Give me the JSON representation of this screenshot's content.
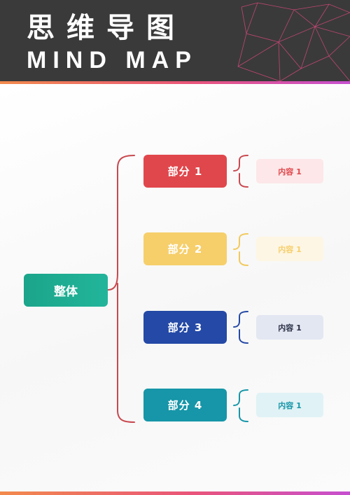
{
  "header": {
    "title_cn": "思维导图",
    "title_en": "MIND MAP"
  },
  "colors": {
    "header_bg": "#3a3a3a",
    "accent_stripe": [
      "#f28a4c",
      "#e9547a",
      "#c64fd0"
    ],
    "root": "#1ba58a",
    "main_connector": "#c9484f"
  },
  "diagram": {
    "root": {
      "label": "整体"
    },
    "branches": [
      {
        "label": "部分 1",
        "content": "内容 1",
        "color": "#e0474c",
        "content_bg": "#fde7e8",
        "content_text": "#e0474c",
        "bracket": "#c9484f"
      },
      {
        "label": "部分 2",
        "content": "内容 1",
        "color": "#f6cf6b",
        "content_bg": "#fef6e4",
        "content_text": "#f6cf6b",
        "bracket": "#f1c95c"
      },
      {
        "label": "部分 3",
        "content": "内容 1",
        "color": "#2449a6",
        "content_bg": "#e3e7f2",
        "content_text": "#2a2f45",
        "bracket": "#2449a6"
      },
      {
        "label": "部分 4",
        "content": "内容 1",
        "color": "#1696a8",
        "content_bg": "#e0f2f5",
        "content_text": "#1696a8",
        "bracket": "#1696a8"
      }
    ]
  }
}
